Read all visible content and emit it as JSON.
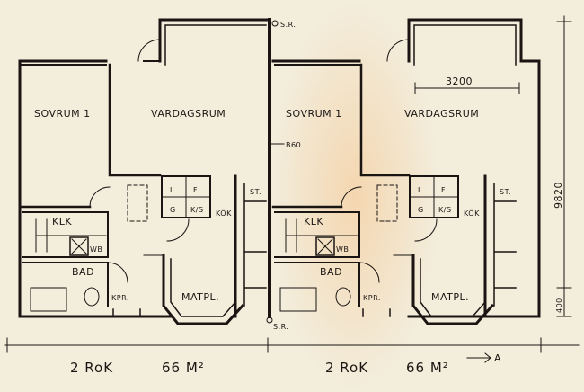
{
  "plan": {
    "left": {
      "bedroom": "SOVRUM 1",
      "living": "VARDAGSRUM",
      "closet": "KLK",
      "bath": "BAD",
      "wash": "WB",
      "kpr": "KPR.",
      "dining": "MATPL.",
      "kitchen": "KÖK",
      "storage": "ST.",
      "l": "L",
      "f": "F",
      "g": "G",
      "ks": "K/S",
      "caption_type": "2 RoK",
      "caption_area": "66 M²"
    },
    "right": {
      "bedroom": "SOVRUM 1",
      "living": "VARDAGSRUM",
      "closet": "KLK",
      "bath": "BAD",
      "wash": "WB",
      "kpr": "KPR.",
      "dining": "MATPL.",
      "kitchen": "KÖK",
      "storage": "ST.",
      "l": "L",
      "f": "F",
      "g": "G",
      "ks": "K/S",
      "caption_type": "2 RoK",
      "caption_area": "66 M²"
    },
    "wall_label": "B60",
    "sr_top": "S.R.",
    "sr_bottom": "S.R.",
    "dim_width": "3200",
    "dim_depth": "9820",
    "dim_offset": "400",
    "section_mark": "A"
  }
}
